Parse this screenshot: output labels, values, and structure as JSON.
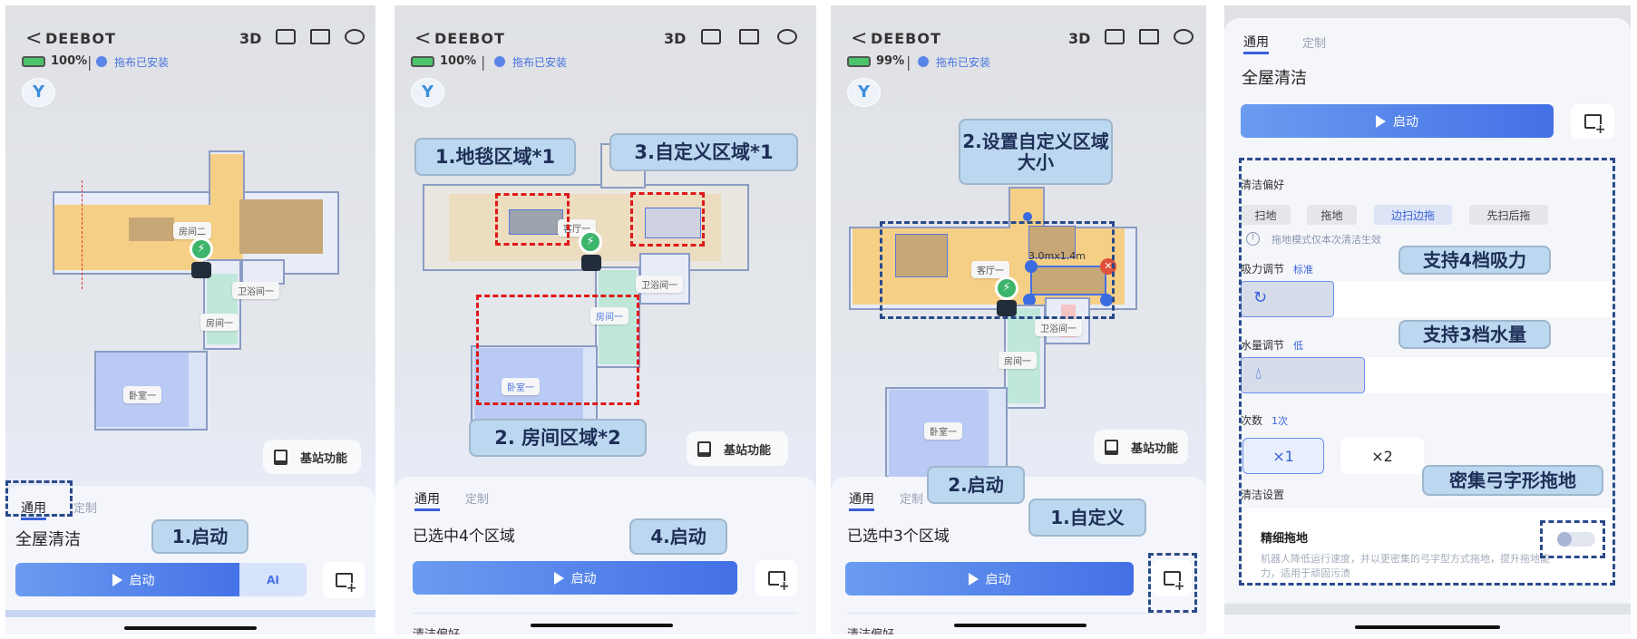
{
  "common": {
    "back": "<",
    "title": "DEEBOT",
    "btn_3d": "3D",
    "mop_status": "拖布已安装",
    "base_station": "基站功能",
    "tab_general": "通用",
    "tab_custom": "定制",
    "start": "启动",
    "section_prefs": "清洁偏好",
    "fan_glyph": "Y"
  },
  "panel1": {
    "battery": "100%",
    "sheet_title": "全屋清洁",
    "rooms": [
      "房间二",
      "卫浴间一",
      "房间一",
      "卧室一"
    ],
    "callout_start": "1.启动",
    "ai_label": "AI"
  },
  "panel2": {
    "battery": "100%",
    "sheet_title": "已选中4个区域",
    "rooms": [
      "客厅一",
      "卫浴间一",
      "房间一",
      "卧室一"
    ],
    "callouts": [
      "1.地毯区域*1",
      "3.自定义区域*1",
      "2. 房间区域*2",
      "4.启动"
    ]
  },
  "panel3": {
    "battery": "99%",
    "sheet_title": "已选中3个区域",
    "rooms": [
      "客厅一",
      "卫浴间一",
      "房间一",
      "卧室一"
    ],
    "size_label": "3.0mx1.4m",
    "callouts": [
      "2.设置自定义区域大小",
      "2.启动",
      "1.自定义"
    ]
  },
  "panel4": {
    "sheet_title": "全屋清洁",
    "prefs_title": "清洁偏好",
    "modes": [
      "扫地",
      "拖地",
      "边扫边拖",
      "先扫后拖"
    ],
    "selected_mode": "边扫边拖",
    "mode_note": "拖地模式仅本次清洁生效",
    "suction_label": "吸力调节",
    "suction_value": "标准",
    "suction_level": 1,
    "suction_levels": 4,
    "water_label": "水量调节",
    "water_value": "低",
    "water_level": 1,
    "water_levels": 3,
    "times_label": "次数",
    "times_value": "1次",
    "times_options": [
      "×1",
      "×2"
    ],
    "settings_title": "清洁设置",
    "fine_mop_title": "精细拖地",
    "fine_mop_desc": "机器人降低运行速度，并以更密集的弓字型方式拖地，提升拖地能力，适用于顽固污渍",
    "fine_mop_enabled": false,
    "callouts": [
      "支持4档吸力",
      "支持3档水量",
      "密集弓字形拖地"
    ]
  },
  "colors": {
    "accent": "#4370e6",
    "callout_bg": "#bcd8f0",
    "red_dash": "#e01818",
    "navy_dash": "#2a4a8a"
  }
}
